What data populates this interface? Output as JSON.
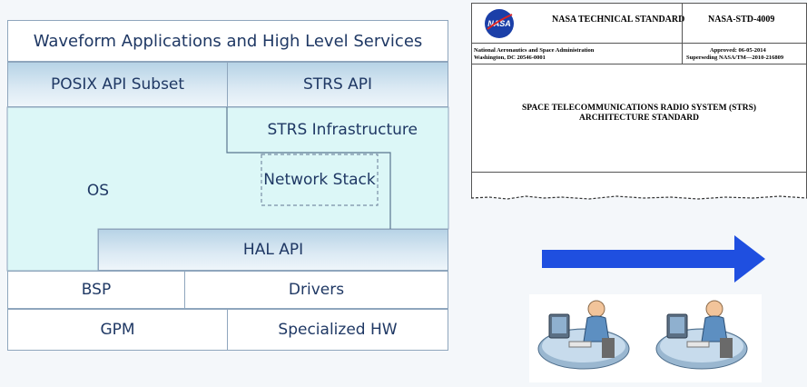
{
  "diagram": {
    "waveform": "Waveform Applications and High Level Services",
    "posix": "POSIX API Subset",
    "strs_api": "STRS API",
    "infrastructure": "STRS Infrastructure",
    "network": "Network Stack",
    "os": "OS",
    "hal": "HAL API",
    "bsp": "BSP",
    "drivers": "Drivers",
    "gpm": "GPM",
    "hw": "Specialized HW"
  },
  "document": {
    "logo_text": "NASA",
    "header": "NASA TECHNICAL STANDARD",
    "number": "NASA-STD-4009",
    "org_line1": "National Aeronautics and Space Administration",
    "org_line2": "Washington, DC 20546-0001",
    "approved": "Approved: 06-05-2014",
    "superseding": "Superseding NASA/TM—2010-216809",
    "title_line1": "SPACE TELECOMMUNICATIONS RADIO SYSTEM (STRS)",
    "title_line2": "ARCHITECTURE STANDARD"
  },
  "colors": {
    "arrow": "#1f4fe0",
    "cyan_fill": "#dcf7f7",
    "text": "#1f3864"
  },
  "icons": [
    "arrow-right-icon",
    "person-at-computer-icon",
    "person-at-computer-icon"
  ]
}
